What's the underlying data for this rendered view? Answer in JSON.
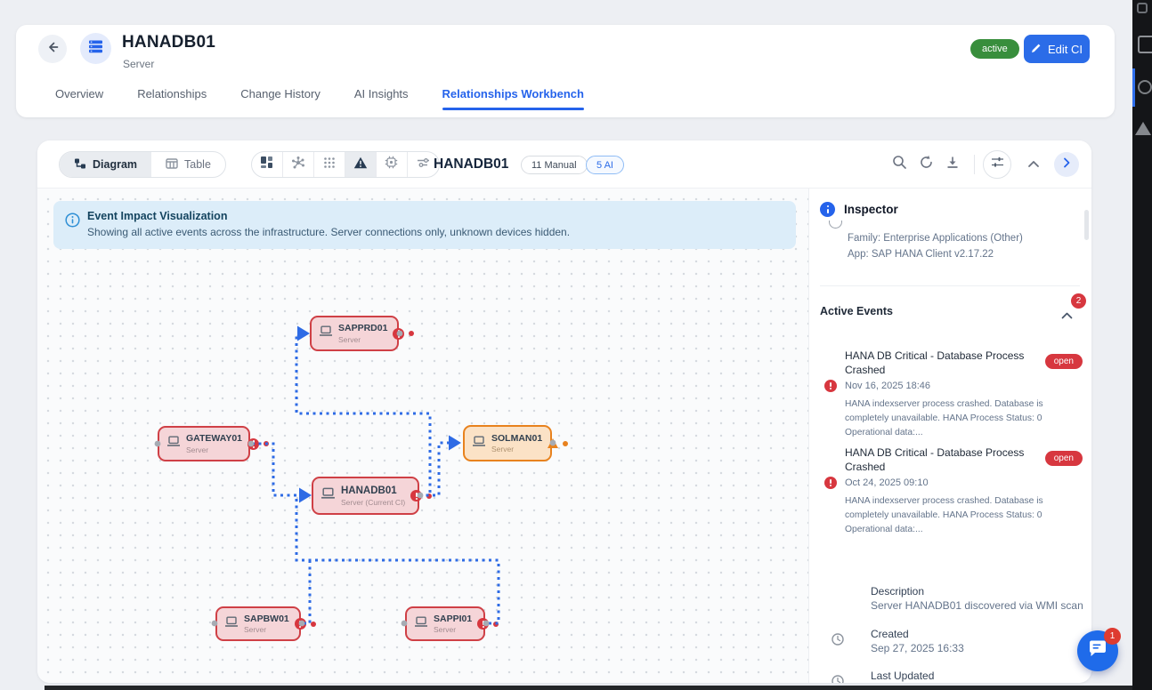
{
  "header": {
    "title": "HANADB01",
    "subtitle": "Server",
    "status": "active",
    "edit_button": "Edit CI",
    "tabs": [
      {
        "label": "Overview"
      },
      {
        "label": "Relationships"
      },
      {
        "label": "Change History"
      },
      {
        "label": "AI Insights"
      },
      {
        "label": "Relationships Workbench"
      }
    ]
  },
  "toolbar": {
    "view_diagram": "Diagram",
    "view_table": "Table",
    "tool_icons": [
      "layout-icon",
      "network-icon",
      "grid-dots-icon",
      "warning-icon",
      "cpu-icon",
      "filter-icon"
    ],
    "title": "HANADB01",
    "manual_badge": "11 Manual",
    "ai_badge": "5 AI",
    "right_icons": [
      "search-icon",
      "refresh-icon",
      "download-icon",
      "sliders-icon",
      "chevron-up-icon",
      "chevron-right-icon"
    ]
  },
  "banner": {
    "title": "Event Impact Visualization",
    "message": "Showing all active events across the infrastructure. Server connections only, unknown devices hidden."
  },
  "diagram": {
    "nodes": [
      {
        "label": "SAPPRD01",
        "sublabel": "Server",
        "severity": "critical"
      },
      {
        "label": "GATEWAY01",
        "sublabel": "Server",
        "severity": "critical"
      },
      {
        "label": "SOLMAN01",
        "sublabel": "Server",
        "severity": "warning"
      },
      {
        "label": "HANADB01",
        "sublabel": "Server (Current CI)",
        "severity": "critical",
        "current": true
      },
      {
        "label": "SAPBW01",
        "sublabel": "Server",
        "severity": "critical"
      },
      {
        "label": "SAPPI01",
        "sublabel": "Server",
        "severity": "critical"
      }
    ]
  },
  "inspector": {
    "title": "Inspector",
    "meta_family": "Family: Enterprise Applications (Other)",
    "meta_app": "App: SAP HANA Client v2.17.22",
    "events_title": "Active Events",
    "events_count": "2",
    "events": [
      {
        "title": "HANA DB Critical - Database Process Crashed",
        "status": "open",
        "timestamp": "Nov 16, 2025 18:46",
        "description": "HANA indexserver process crashed. Database is completely unavailable. HANA Process Status: 0 Operational data:..."
      },
      {
        "title": "HANA DB Critical - Database Process Crashed",
        "status": "open",
        "timestamp": "Oct 24, 2025 09:10",
        "description": "HANA indexserver process crashed. Database is completely unavailable. HANA Process Status: 0 Operational data:..."
      }
    ],
    "details": [
      {
        "label": "Description",
        "value": "Server HANADB01 discovered via WMI scan"
      },
      {
        "label": "Created",
        "value": "Sep 27, 2025 16:33"
      },
      {
        "label": "Last Updated"
      }
    ]
  },
  "fab": {
    "badge": "1"
  },
  "colors": {
    "accent": "#2563eb",
    "success": "#388e3c",
    "critical": "#d7373f",
    "warning": "#e8821e",
    "edge_blue": "#2e6be5"
  }
}
